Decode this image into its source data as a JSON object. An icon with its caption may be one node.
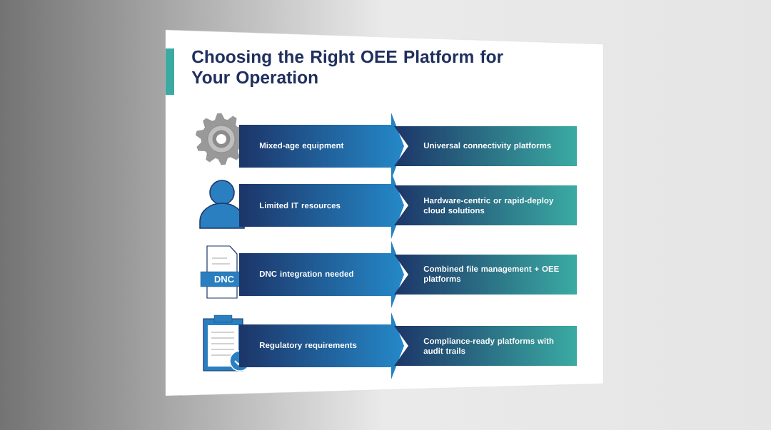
{
  "diagram": {
    "title": "Choosing the Right OEE Platform for Your Operation",
    "nodes": [
      {
        "text": [
          "Mixed-age equipment"
        ]
      },
      {
        "text": [
          "Universal connectivity platforms"
        ]
      },
      {
        "text": [
          "Limited IT resources"
        ]
      },
      {
        "text": [
          "Hardware-centric or rapid-deploy cloud solutions"
        ]
      },
      {
        "text": [
          "DNC integration needed"
        ]
      },
      {
        "text": [
          "Combined file management + OEE platforms"
        ]
      },
      {
        "text": [
          "Regulatory requirements"
        ]
      },
      {
        "text": [
          "Compliance-ready platforms with audit trails"
        ]
      }
    ],
    "labels": [
      "DNC"
    ]
  }
}
